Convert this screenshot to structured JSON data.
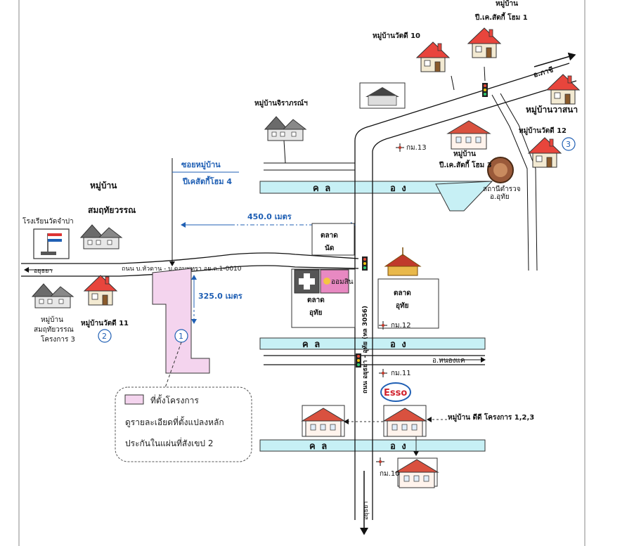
{
  "villages": {
    "pk1": "หมู่บ้าน",
    "pk1b": "ปี.เค.สัตกี้ โฮม 1",
    "wattadi10": "หมู่บ้านวัตดี 10",
    "jarinthorn": "หมู่บ้านจิราภรณ์ฯ",
    "wasana": "หมู่บ้านวาสนา",
    "wattadi12": "หมู่บ้านวัตดี 12",
    "pk3a": "หมู่บ้าน",
    "pk3b": "ปี.เค.สัตกี้ โฮม 3",
    "somsuk_a": "หมู่บ้าน",
    "somsuk_b": "สมฤทัยวรรณ",
    "school": "โรงเรียนวัดจำปา",
    "somsuk3_a": "หมู่บ้าน",
    "somsuk3_b": "สมฤทัยวรรณ",
    "somsuk3_c": "โครงการ 3",
    "wattadi11": "หมู่บ้านวัตดี 11",
    "didi": "หมู่บ้าน ดีดี โครงการ 1,2,3",
    "police_a": "สถานีตำรวจ",
    "police_b": "อ.อุทัย"
  },
  "roads": {
    "to_phachi": "อ.ภาชี",
    "to_ayutthaya_left": "อยุธยา",
    "to_nongkhae": "อ.หนองแค",
    "to_ayutthaya_bottom": "อยุธยา",
    "main_road": "ถนน บ.หัวดาน - บ.ดอนพุทรา อย.ถ.1-0010",
    "highway": "ถนน อยุธยา - อุทัย (ทล 3056)",
    "soi_a": "ซอยหมู่บ้าน",
    "soi_b": "ปีเคสัตกี้โฮม 4"
  },
  "distances": {
    "d450": "450.0 เมตร",
    "d325": "325.0 เมตร"
  },
  "km": {
    "k13": "กม.13",
    "k12": "กม.12",
    "k11": "กม.11",
    "k10": "กม.10"
  },
  "canals": {
    "c1a": "ค ล",
    "c1b": "อ ง",
    "c2a": "ค ล",
    "c2b": "อ ง",
    "c3a": "ค ล",
    "c3b": "อ ง"
  },
  "markets": {
    "m1a": "ตลาด",
    "m1b": "นัด",
    "m2a": "ตลาด",
    "m2b": "อุทัย",
    "m3a": "ตลาด",
    "m3b": "อุทัย"
  },
  "store": "ออมสิน",
  "esso": "Esso",
  "markers": {
    "m1": "1",
    "m2": "2",
    "m3": "3"
  },
  "legend": {
    "line1": "ที่ตั้งโครงการ",
    "line2": "ดูรายละเอียดที่ตั้งแปลงหลัก",
    "line3": "ประกันในแผ่นที่สังเขป 2"
  },
  "colors": {
    "canal": "#c7f0f5",
    "project": "#f4d4ee",
    "roof": "#e8453c",
    "blue": "#1f5fb4"
  }
}
